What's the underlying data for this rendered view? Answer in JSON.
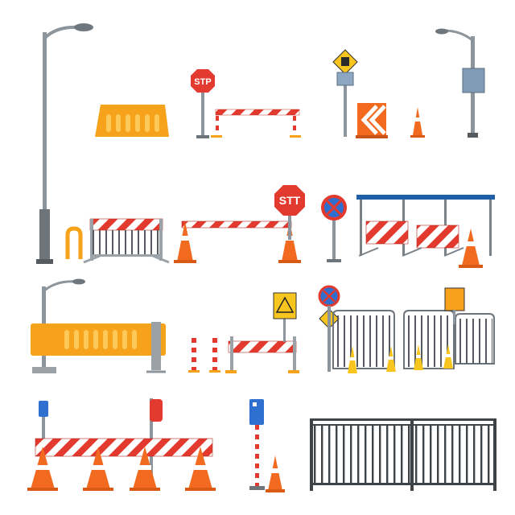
{
  "colors": {
    "background": "#ffffff",
    "barrier_red": "#e23a2e",
    "barrier_white": "#ffffff",
    "safety_orange": "#f7a21b",
    "cone_orange": "#f26a1f",
    "sign_yellow": "#f7c51e",
    "sign_blue": "#2f6fcf",
    "pole_gray": "#8d959c",
    "shelter_blue": "#1f5fa8"
  },
  "signs": {
    "stop_small": "STP",
    "stop_large": "STT"
  },
  "items": [
    "street-lamp-tall",
    "orange-plastic-barricade",
    "stop-sign-small",
    "striped-boom-barrier",
    "pedestrian-warning-sign",
    "chevron-panel",
    "traffic-cone-small",
    "street-lamp-with-sign",
    "bike-rack-post",
    "striped-crowd-barrier",
    "boom-gate-on-cones",
    "stop-sign-large",
    "no-stopping-sign",
    "bus-shelter-with-barriers",
    "traffic-cone-large",
    "lamp-with-orange-barrier",
    "striped-posts",
    "striped-barrier-with-sign",
    "warning-sign-yellow",
    "steel-fence-panels-with-cones",
    "striped-barricade-row-with-cones",
    "blue-parking-sign-post",
    "traffic-cone-single",
    "steel-fence-long"
  ]
}
